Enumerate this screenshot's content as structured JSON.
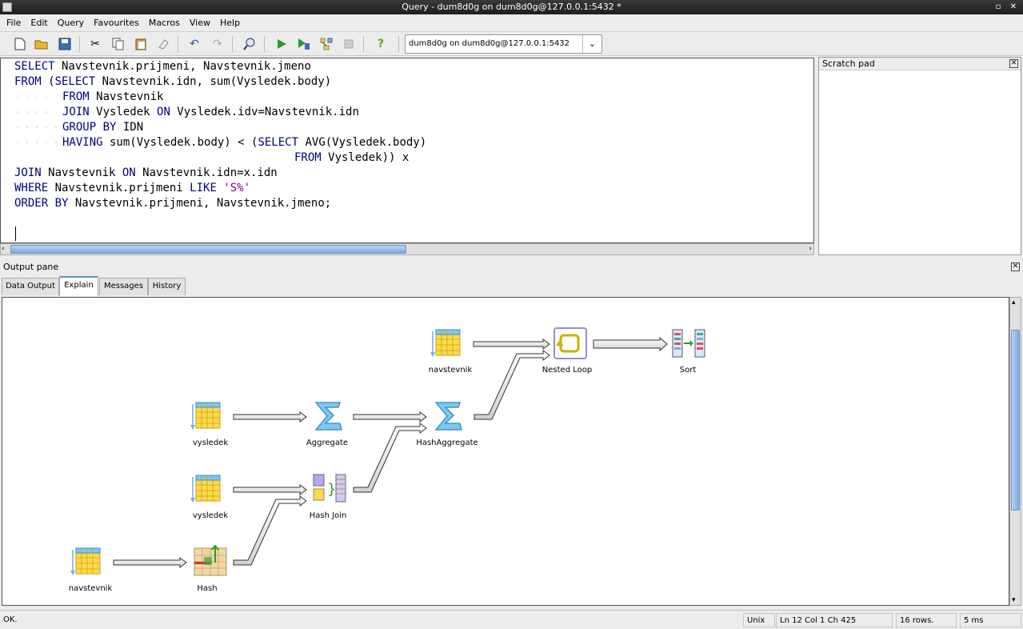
{
  "window": {
    "title": "Query - dum8d0g on dum8d0g@127.0.0.1:5432 *"
  },
  "menu": [
    {
      "label": "File"
    },
    {
      "label": "Edit"
    },
    {
      "label": "Query"
    },
    {
      "label": "Favourites"
    },
    {
      "label": "Macros"
    },
    {
      "label": "View"
    },
    {
      "label": "Help"
    }
  ],
  "toolbar": {
    "connection": "dum8d0g on dum8d0g@127.0.0.1:5432"
  },
  "editor": {
    "lines": [
      "SELECT Navstevnik.prijmeni, Navstevnik.jmeno",
      "FROM (SELECT Navstevnik.idn, sum(Vysledek.body)",
      "FROM Navstevnik",
      "JOIN Vysledek ON Vysledek.idv=Navstevnik.idn",
      "GROUP BY IDN",
      "HAVING sum(Vysledek.body) < (SELECT AVG(Vysledek.body)",
      "FROM Vysledek)) x",
      "JOIN Navstevnik ON Navstevnik.idn=x.idn",
      "WHERE Navstevnik.prijmeni LIKE 'S%'",
      "ORDER BY Navstevnik.prijmeni, Navstevnik.jmeno;"
    ]
  },
  "scratch_pad": {
    "title": "Scratch pad"
  },
  "output": {
    "title": "Output pane",
    "tabs": [
      {
        "label": "Data Output"
      },
      {
        "label": "Explain"
      },
      {
        "label": "Messages"
      },
      {
        "label": "History"
      }
    ],
    "active_tab": "Explain"
  },
  "explain_nodes": {
    "navstevnik_top": "navstevnik",
    "nested_loop": "Nested Loop",
    "sort": "Sort",
    "vysledek_1": "vysledek",
    "aggregate": "Aggregate",
    "hash_aggregate": "HashAggregate",
    "vysledek_2": "vysledek",
    "hash_join": "Hash Join",
    "navstevnik_bottom": "navstevnik",
    "hash": "Hash"
  },
  "status": {
    "message": "OK.",
    "line_ending": "Unix",
    "position": "Ln 12 Col 1 Ch 425",
    "rows": "16 rows.",
    "time": "5 ms"
  }
}
